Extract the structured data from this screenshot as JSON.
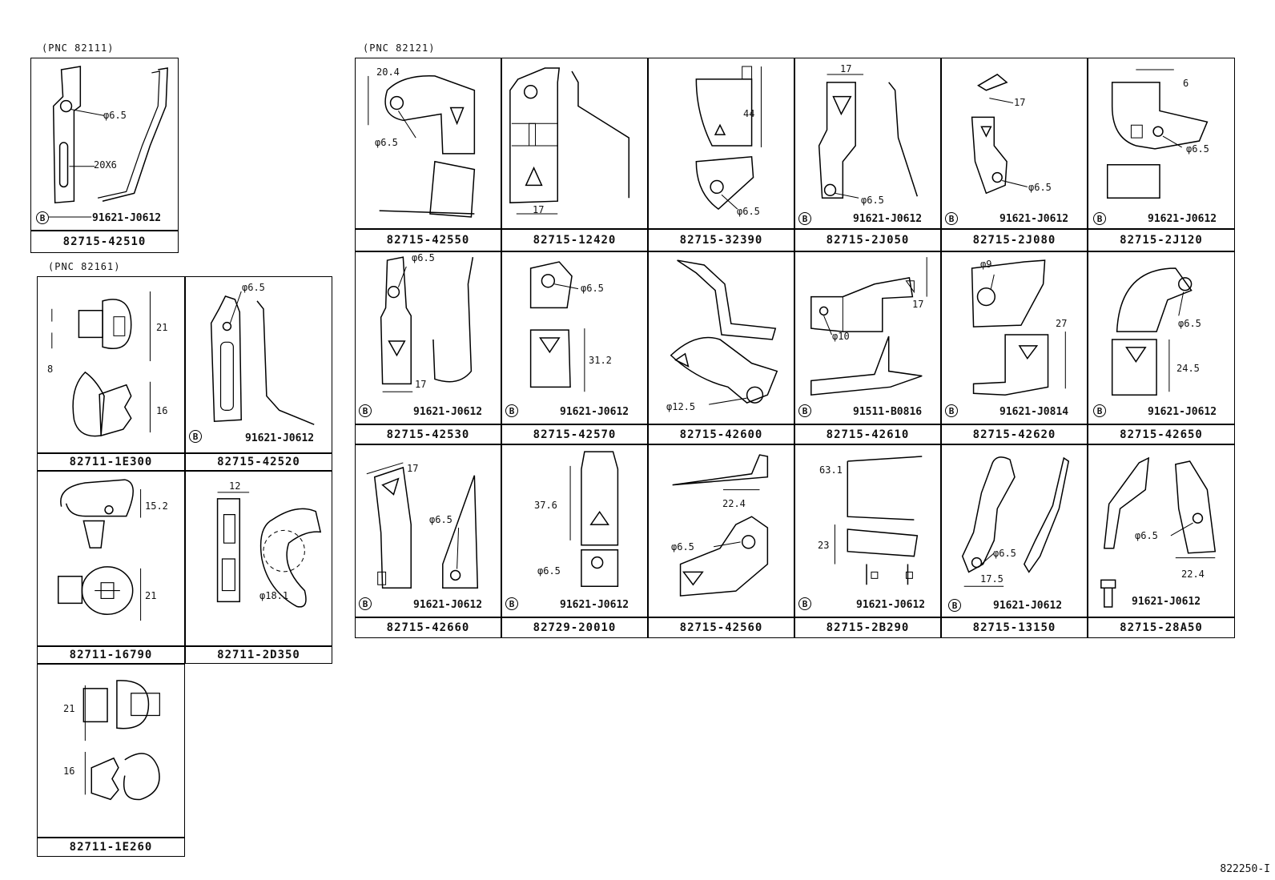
{
  "pnc_labels": [
    "(PNC 82111)",
    "(PNC 82121)",
    "(PNC 82161)"
  ],
  "bolt_letter": "B",
  "bolt_part": "91621-J0612",
  "bolt_part_alt1": "91621-J0814",
  "bolt_part_alt2": "91511-B0816",
  "dims": {
    "d65": "φ6.5",
    "d65b": "φ6.5",
    "d9": "φ9",
    "d10": "φ10",
    "d125": "φ12.5",
    "d181": "φ18.1",
    "s20x6": "20X6",
    "v204": "20.4",
    "v17": "17",
    "v44": "44",
    "v6": "6",
    "v312": "31.2",
    "v27": "27",
    "v245": "24.5",
    "v21": "21",
    "v8": "8",
    "v16": "16",
    "v152": "15.2",
    "v12": "12",
    "v376": "37.6",
    "v224": "22.4",
    "v631": "63.1",
    "v23": "23",
    "v175": "17.5"
  },
  "parts": {
    "p42510": "82715-42510",
    "p1e300": "82711-1E300",
    "p42520": "82715-42520",
    "p16790": "82711-16790",
    "p2d350": "82711-2D350",
    "p1e260": "82711-1E260",
    "r1": [
      "82715-42550",
      "82715-12420",
      "82715-32390",
      "82715-2J050",
      "82715-2J080",
      "82715-2J120"
    ],
    "r2": [
      "82715-42530",
      "82715-42570",
      "82715-42600",
      "82715-42610",
      "82715-42620",
      "82715-42650"
    ],
    "r3": [
      "82715-42660",
      "82729-20010",
      "82715-42560",
      "82715-2B290",
      "82715-13150",
      "82715-28A50"
    ]
  },
  "ref_code": "822250-I"
}
